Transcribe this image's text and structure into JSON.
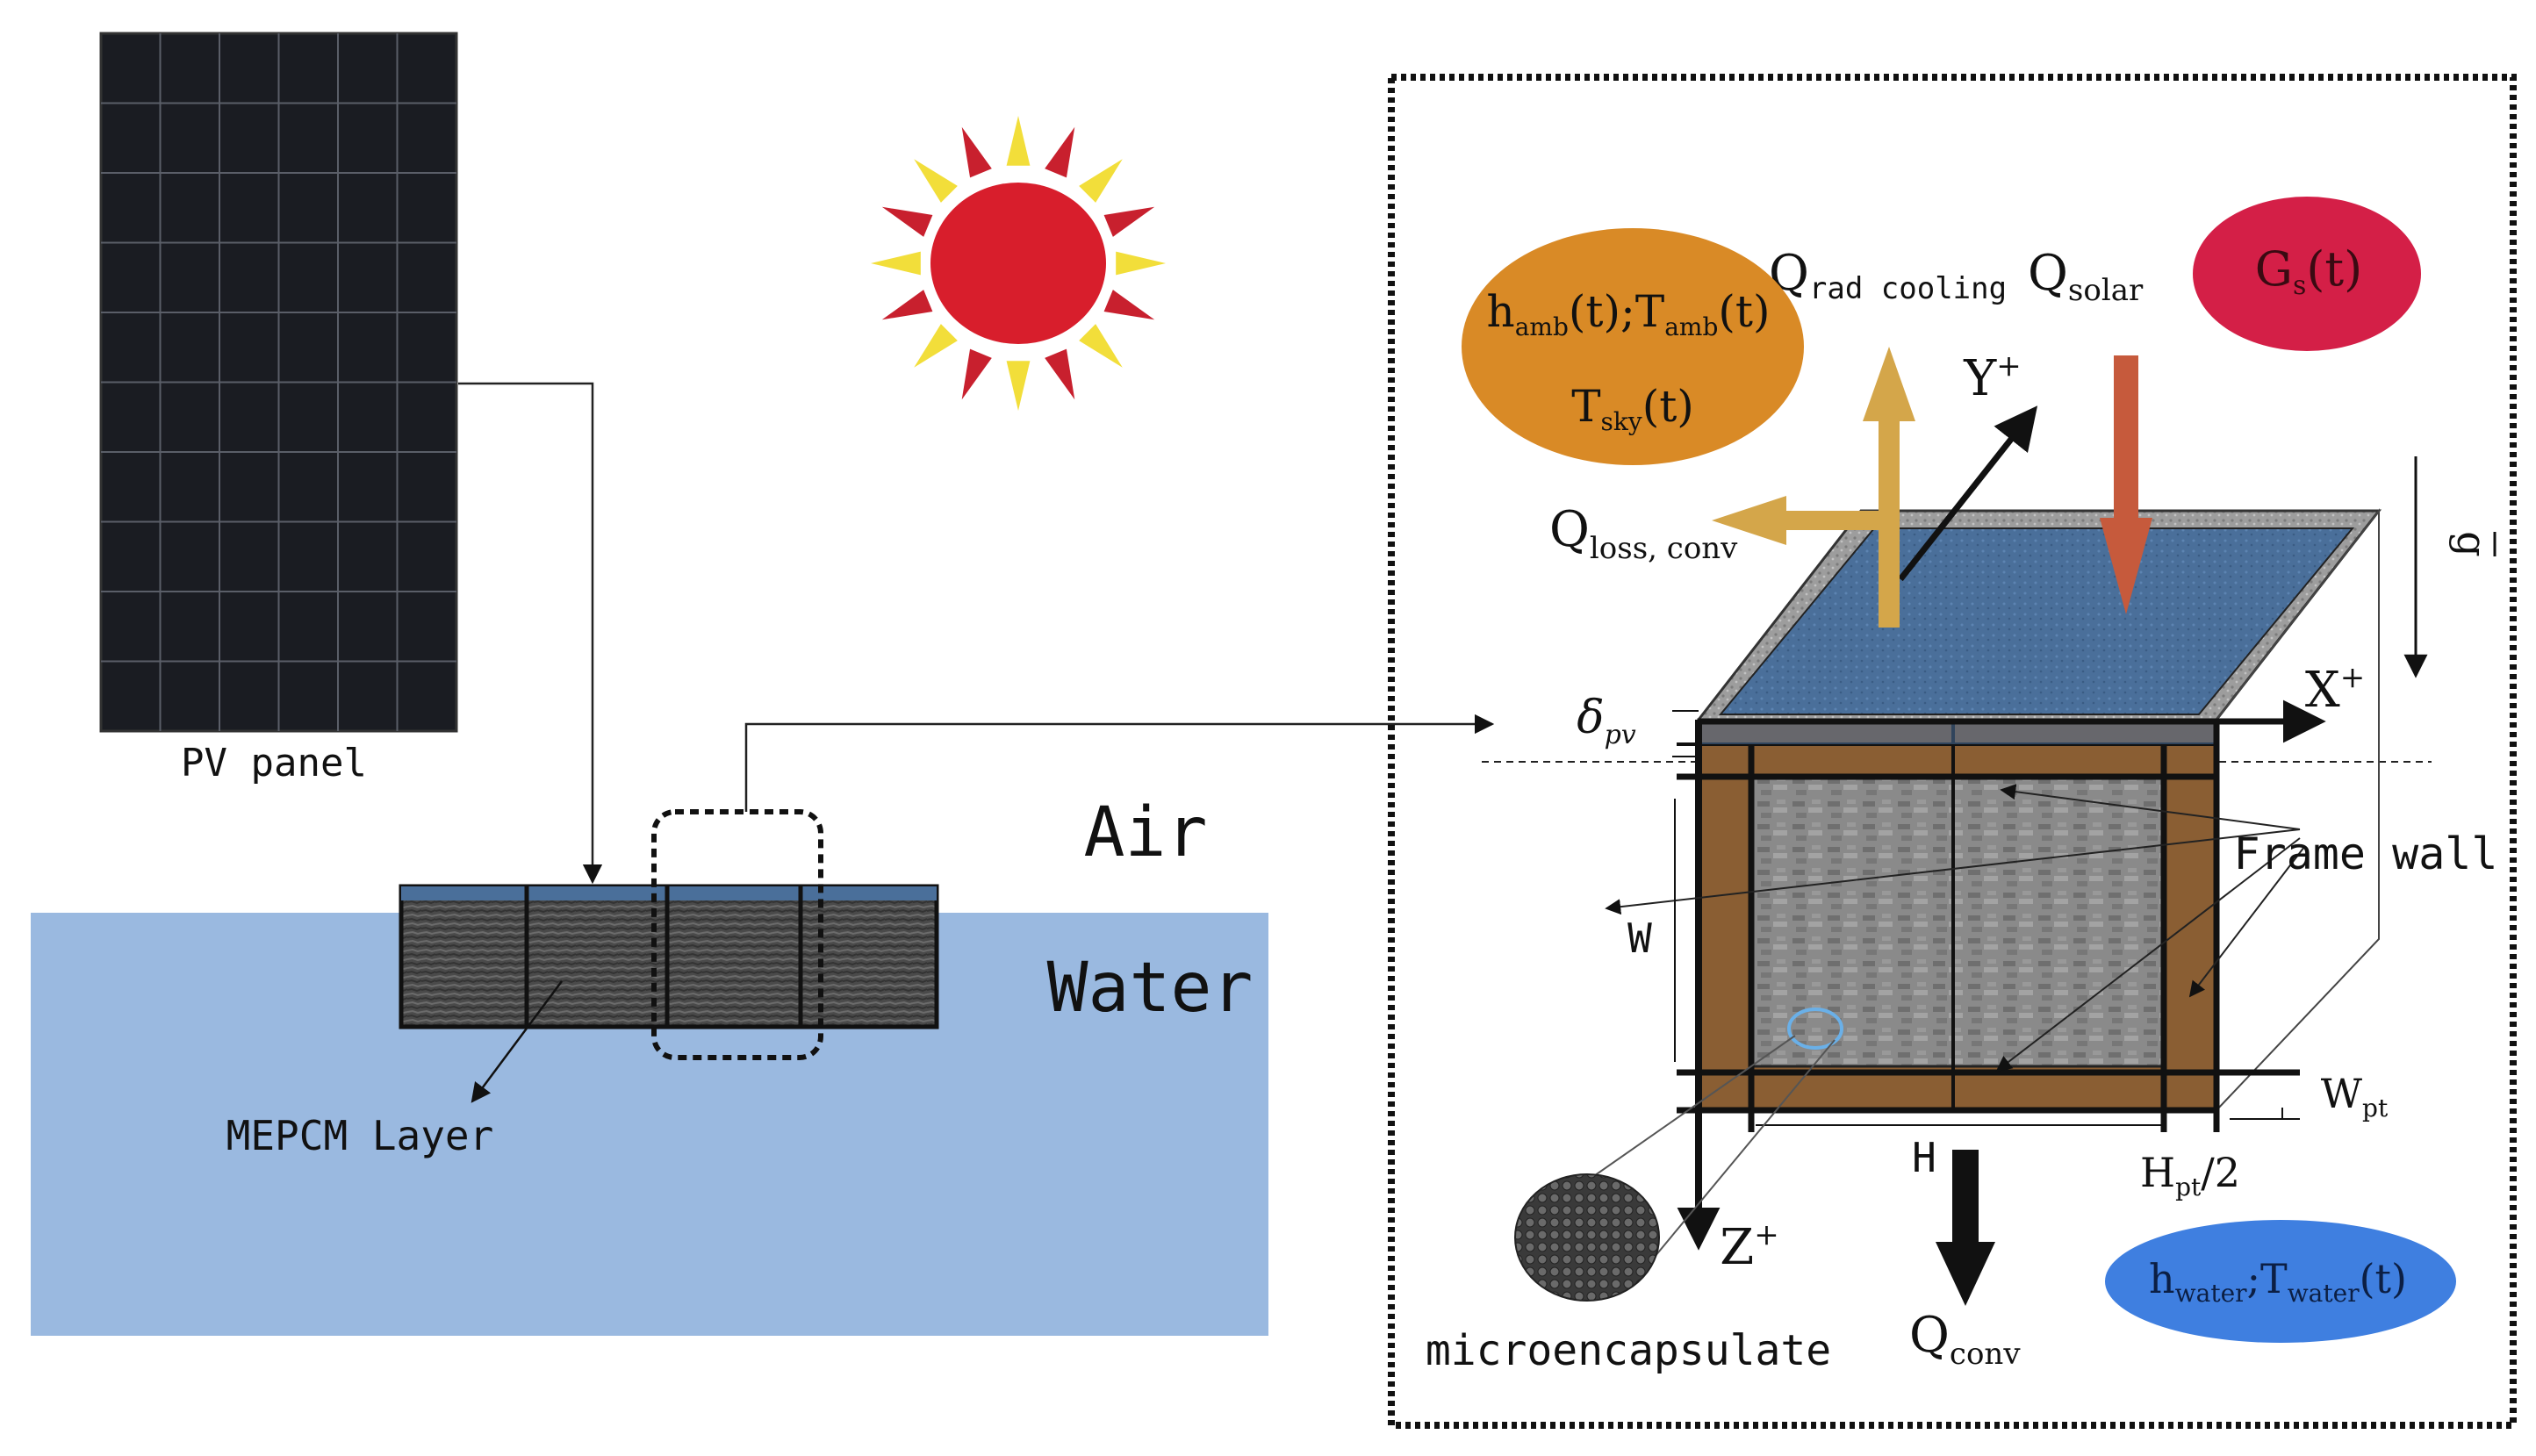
{
  "labels": {
    "pv_panel": "PV panel",
    "air": "Air",
    "water": "Water",
    "mepcm_layer": "MEPCM Layer",
    "microencapsulate": "microencapsulate",
    "frame_wall": "Frame wall",
    "w": "W",
    "h": "H",
    "h_pt_sub": "pt",
    "h_pt_suffix": "/2",
    "w_pt_main": "W",
    "w_pt_sub": "pt",
    "delta_main": "δ",
    "delta_sub": "pv",
    "y_axis": "Y",
    "x_axis": "X",
    "z_axis": "Z",
    "axis_sup": "+",
    "g_label": "g"
  },
  "fluxes": {
    "q_main": "Q",
    "rad_cooling_sub": "rad cooling",
    "solar_sub": "solar",
    "loss_conv_sub": "loss, conv",
    "conv_sub": "conv"
  },
  "bubbles": {
    "ambient": {
      "h": "h",
      "h_sub": "amb",
      "t_paren": "(t);",
      "t": "T",
      "t_sub": "amb",
      "t_tail": "(t)",
      "sky": "T",
      "sky_sub": "sky",
      "sky_tail": "(t)",
      "color": "#d98a26"
    },
    "solar": {
      "g": "G",
      "g_sub": "s",
      "g_tail": "(t)",
      "color": "#d41f47"
    },
    "water": {
      "h": "h",
      "h_sub": "water",
      "sep": ";",
      "t": "T",
      "t_sub": "water",
      "t_tail": "(t)",
      "color": "#3f7fe0"
    }
  },
  "colors": {
    "water": "#9ab9e0",
    "panel": "#1a1c22",
    "frame": "#8a5e33",
    "pv_top": "#4a6f9a",
    "sun_core": "#d81e2c",
    "ray_yellow": "#f2de3a",
    "ray_red": "#c8202e",
    "arrow_up": "#d4a64a",
    "arrow_solar": "#c65a3c"
  }
}
